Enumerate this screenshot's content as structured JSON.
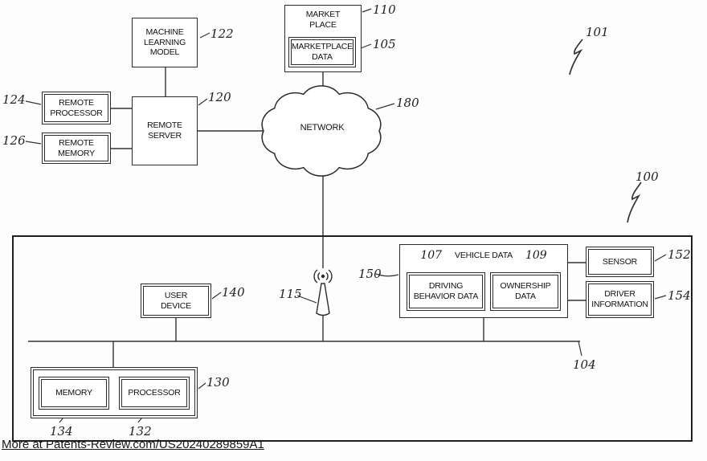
{
  "labels": {
    "mlm": "MACHINE\nLEARNING\nMODEL",
    "market_place": "MARKET\nPLACE",
    "marketplace_data": "MARKETPLACE\nDATA",
    "remote_processor": "REMOTE\nPROCESSOR",
    "remote_memory": "REMOTE\nMEMORY",
    "remote_server": "REMOTE\nSERVER",
    "network": "NETWORK",
    "user_device": "USER\nDEVICE",
    "vehicle_data": "VEHICLE DATA",
    "driving_behavior": "DRIVING\nBEHAVIOR DATA",
    "ownership": "OWNERSHIP\nDATA",
    "sensor": "SENSOR",
    "driver_info": "DRIVER\nINFORMATION",
    "memory": "MEMORY",
    "processor": "PROCESSOR"
  },
  "refs": {
    "system": "101",
    "vehicle_env": "100",
    "mlm": "122",
    "market_place": "110",
    "marketplace_data": "105",
    "remote_processor": "124",
    "remote_memory": "126",
    "remote_server": "120",
    "network": "180",
    "user_device": "140",
    "antenna": "115",
    "vehicle_data": "150",
    "driving_behavior": "107",
    "ownership": "109",
    "sensor": "152",
    "driver_info": "154",
    "bus": "104",
    "computer": "130",
    "memory": "134",
    "processor": "132"
  },
  "footer": {
    "text": "More at Patents-Review.com/US20240289859A1"
  }
}
